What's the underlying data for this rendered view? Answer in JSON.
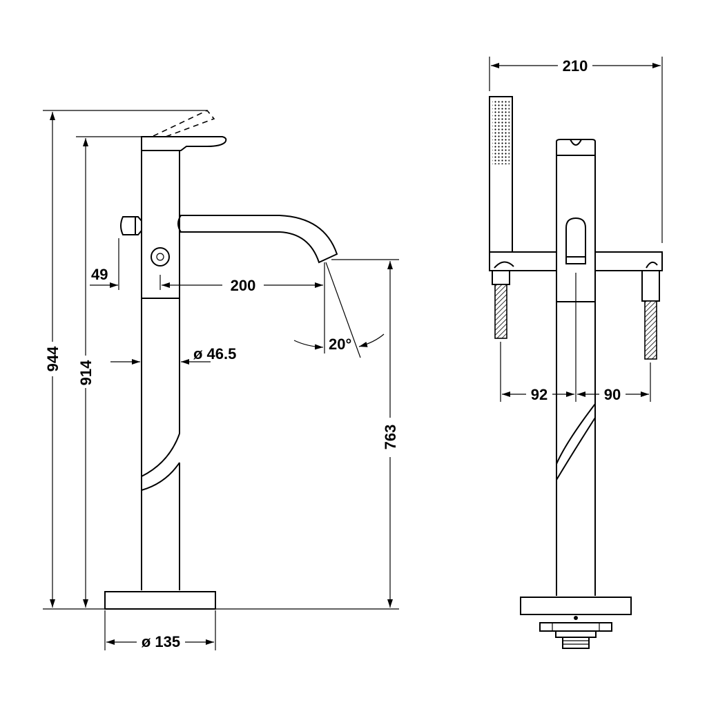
{
  "side_view": {
    "overall_height": "944",
    "pillar_height": "914",
    "spout_height": "763",
    "spout_reach": "200",
    "diverter_offset": "49",
    "pillar_diameter": "ø 46.5",
    "base_diameter": "ø 135",
    "spout_angle": "20°"
  },
  "front_view": {
    "overall_width": "210",
    "left_offset": "92",
    "right_offset": "90"
  }
}
